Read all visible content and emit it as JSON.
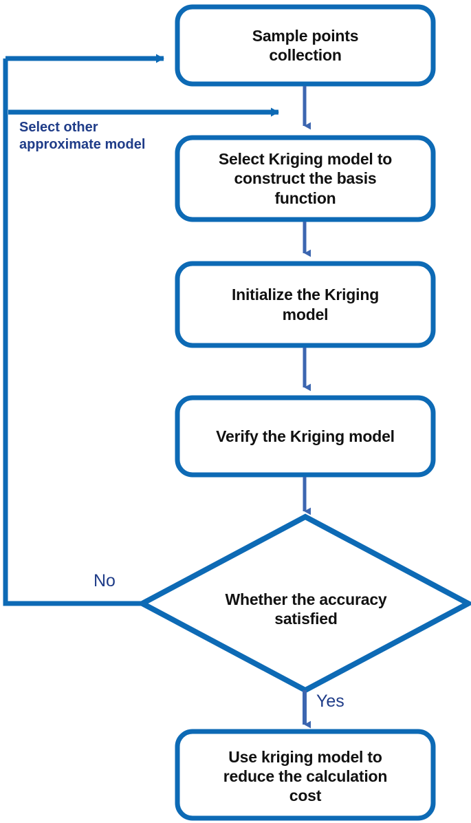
{
  "diagram": {
    "title": "Kriging surrogate model workflow flowchart",
    "type": "flowchart",
    "colors": {
      "node_border": "#0d6ab5",
      "node_fill": "#ffffff",
      "connector": "#3c66b0",
      "connector_thick": "#0d6ab5",
      "node_text": "#111111",
      "edge_text": "#1f3c88",
      "background": "#ffffff"
    },
    "nodes": [
      {
        "id": "sample-points-collection",
        "shape": "rounded-rectangle",
        "label": "Sample points\ncollection"
      },
      {
        "id": "select-kriging-model",
        "shape": "rounded-rectangle",
        "label": "Select Kriging model to\nconstruct the basis\nfunction"
      },
      {
        "id": "initialize-kriging-model",
        "shape": "rounded-rectangle",
        "label": "Initialize the Kriging\nmodel"
      },
      {
        "id": "verify-kriging-model",
        "shape": "rounded-rectangle",
        "label": "Verify the Kriging model"
      },
      {
        "id": "accuracy-decision",
        "shape": "diamond",
        "label": "Whether the accuracy\nsatisfied"
      },
      {
        "id": "use-kriging-model",
        "shape": "rounded-rectangle",
        "label": "Use kriging model to\nreduce the calculation\ncost"
      }
    ],
    "edge_labels": {
      "no": "No",
      "yes": "Yes",
      "select_other": "Select other\napproximate  model"
    }
  }
}
